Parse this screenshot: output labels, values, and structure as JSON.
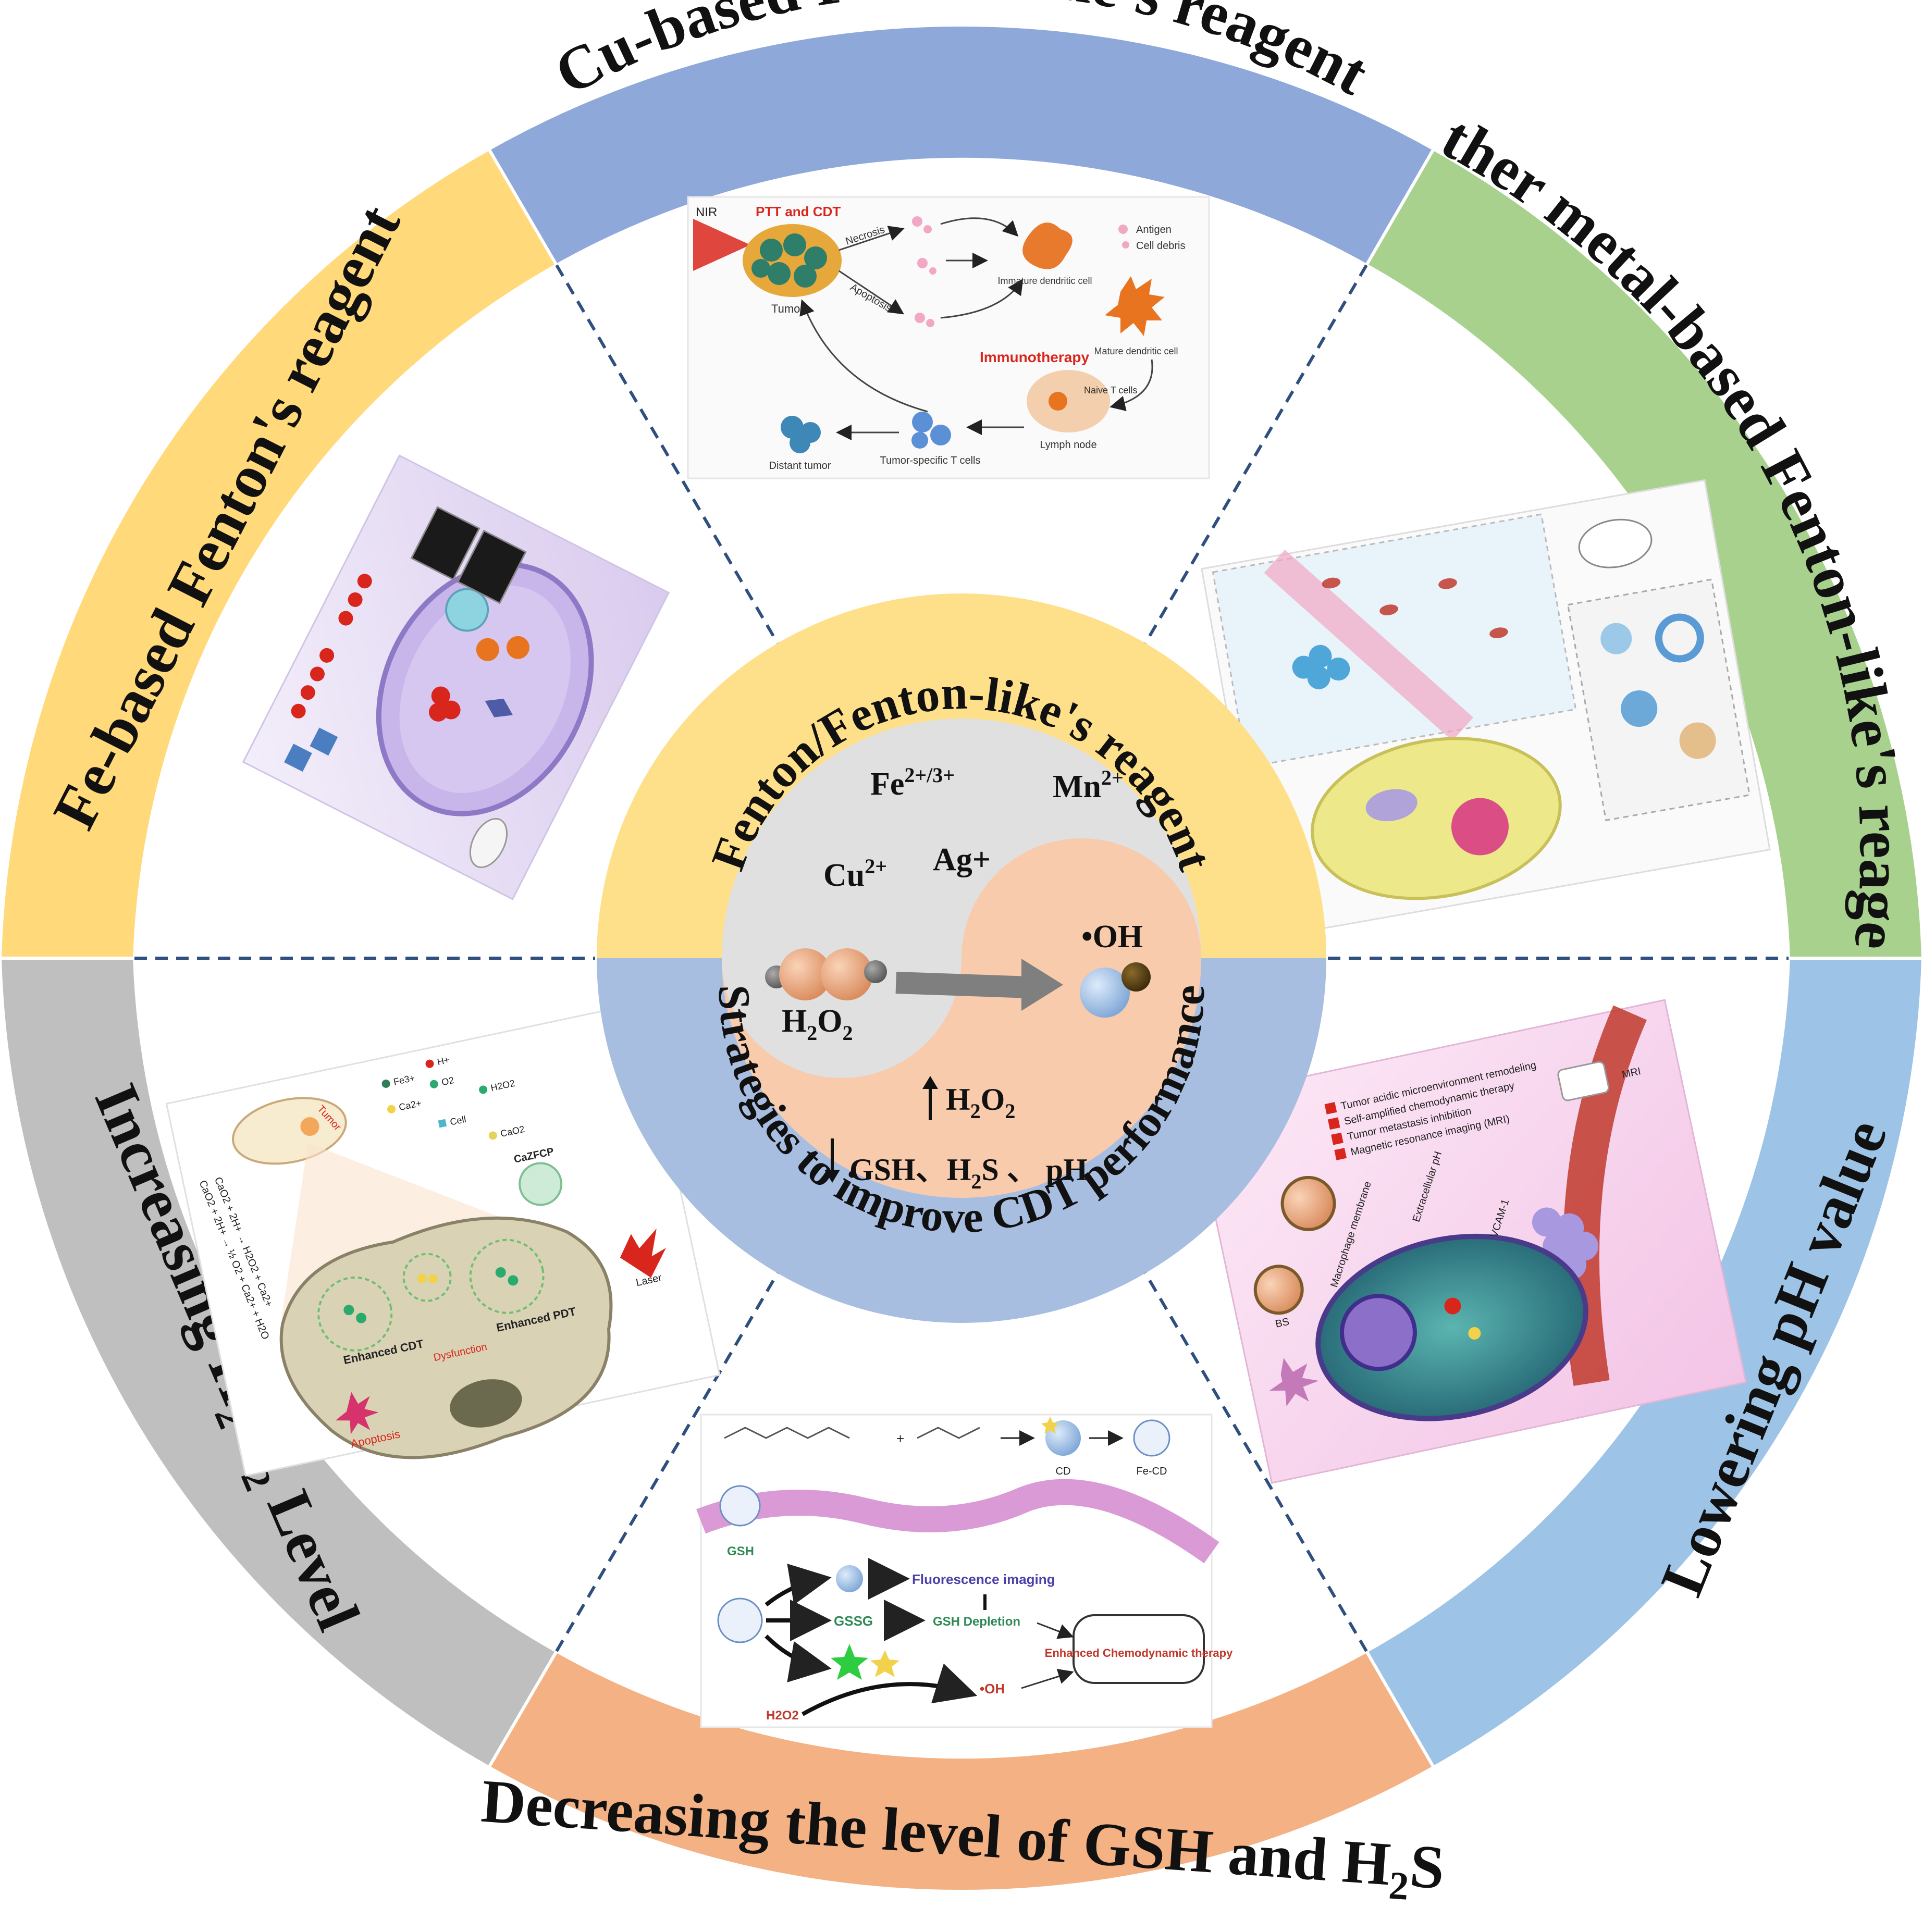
{
  "colors": {
    "cu": "#8FA8DA",
    "other_metal": "#A9D18E",
    "ph": "#9DC3E6",
    "gsh_h2s": "#F4B183",
    "h2o2": "#BFBFBF",
    "fe": "#FFD97A",
    "inner_top": "#FFE08A",
    "inner_bottom": "#A8BEE0",
    "core_gray": "#E0E0E0",
    "core_peach": "#F8CBAD",
    "dashed": "#2F4F7F",
    "red_accent": "#D9261C"
  },
  "segments": {
    "cu": "Cu-based Fenton-like's reagent",
    "other": "Other metal-based Fenton-like's reagent",
    "ph": "Lowering pH value",
    "gsh": {
      "part1": "Decreasing the level of GSH and H",
      "sub": "2",
      "part2": "S"
    },
    "h2o2": {
      "part1": "Increasing H",
      "sub": "2",
      "part2": "O",
      "sub2": "2",
      "part3": " Level"
    },
    "fe": "Fe-based Fenton's reagent"
  },
  "center": {
    "top_title": "Fenton/Fenton-like's reagent",
    "bottom_title": "Strategies to improve CDT performance",
    "ions": {
      "fe": {
        "base": "Fe",
        "sup": "2+/3+"
      },
      "mn": {
        "base": "Mn",
        "sup": "2+"
      },
      "cu": {
        "base": "Cu",
        "sup": "2+"
      },
      "ag": "Ag+"
    },
    "oh_label": "•OH",
    "h2o2_label": {
      "h": "H",
      "s1": "2",
      "o": "O",
      "s2": "2"
    },
    "up_h2o2": {
      "h": "H",
      "s1": "2",
      "o": "O",
      "s2": "2"
    },
    "down_line": {
      "a": "GSH、H",
      "sub": "2",
      "b": "S 、 pH"
    }
  },
  "panels": {
    "cu": {
      "ptt": "PTT and CDT",
      "nir": "NIR",
      "tumor": "Tumor",
      "necrosis": "Necrosis",
      "apoptosis": "Apoptosis",
      "immunotherapy": "Immunotherapy",
      "antigen": "Antigen",
      "debris": "Cell debris",
      "immature": "Immature dendritic cell",
      "mature": "Mature dendritic cell",
      "naive": "Naive T cells",
      "lymph": "Lymph node",
      "tspec": "Tumor-specific T cells",
      "distant": "Distant tumor"
    },
    "gsh": {
      "cd": "CD",
      "fecd": "Fe-CD",
      "gsh": "GSH",
      "fluor": "Fluorescence imaging",
      "gssg": "GSSG",
      "depletion": "GSH Depletion",
      "enhanced": "Enhanced Chemodynamic therapy",
      "oh": "•OH",
      "h2o2": "H2O2"
    },
    "h2o2": {
      "tumor": "Tumor",
      "czfcp": "CaZFCP",
      "enh_cdt": "Enhanced CDT",
      "enh_pdt": "Enhanced PDT",
      "dysfunction": "Dysfunction",
      "apoptosis": "Apoptosis",
      "laser": "Laser",
      "eq1": "CaO2 + 2H+ → ½ O2 + Ca2+ + H2O",
      "eq2": "CaO2 + 2H+ → H2O2 + Ca2+",
      "legend": [
        "Fe3+",
        "H+",
        "O2",
        "Ca2+",
        "H2O2",
        "Cell",
        "CaO2"
      ]
    },
    "ph": {
      "items": [
        "Tumor acidic microenvironment remodeling",
        "Self-amplified chemodynamic therapy",
        "Tumor metastasis inhibition",
        "Magnetic resonance imaging (MRI)"
      ],
      "membrane": "Macrophage membrane",
      "extracellular": "Extracellular pH",
      "vcam": "VCAM-1",
      "mri": "MRI",
      "bs": "BS"
    }
  }
}
